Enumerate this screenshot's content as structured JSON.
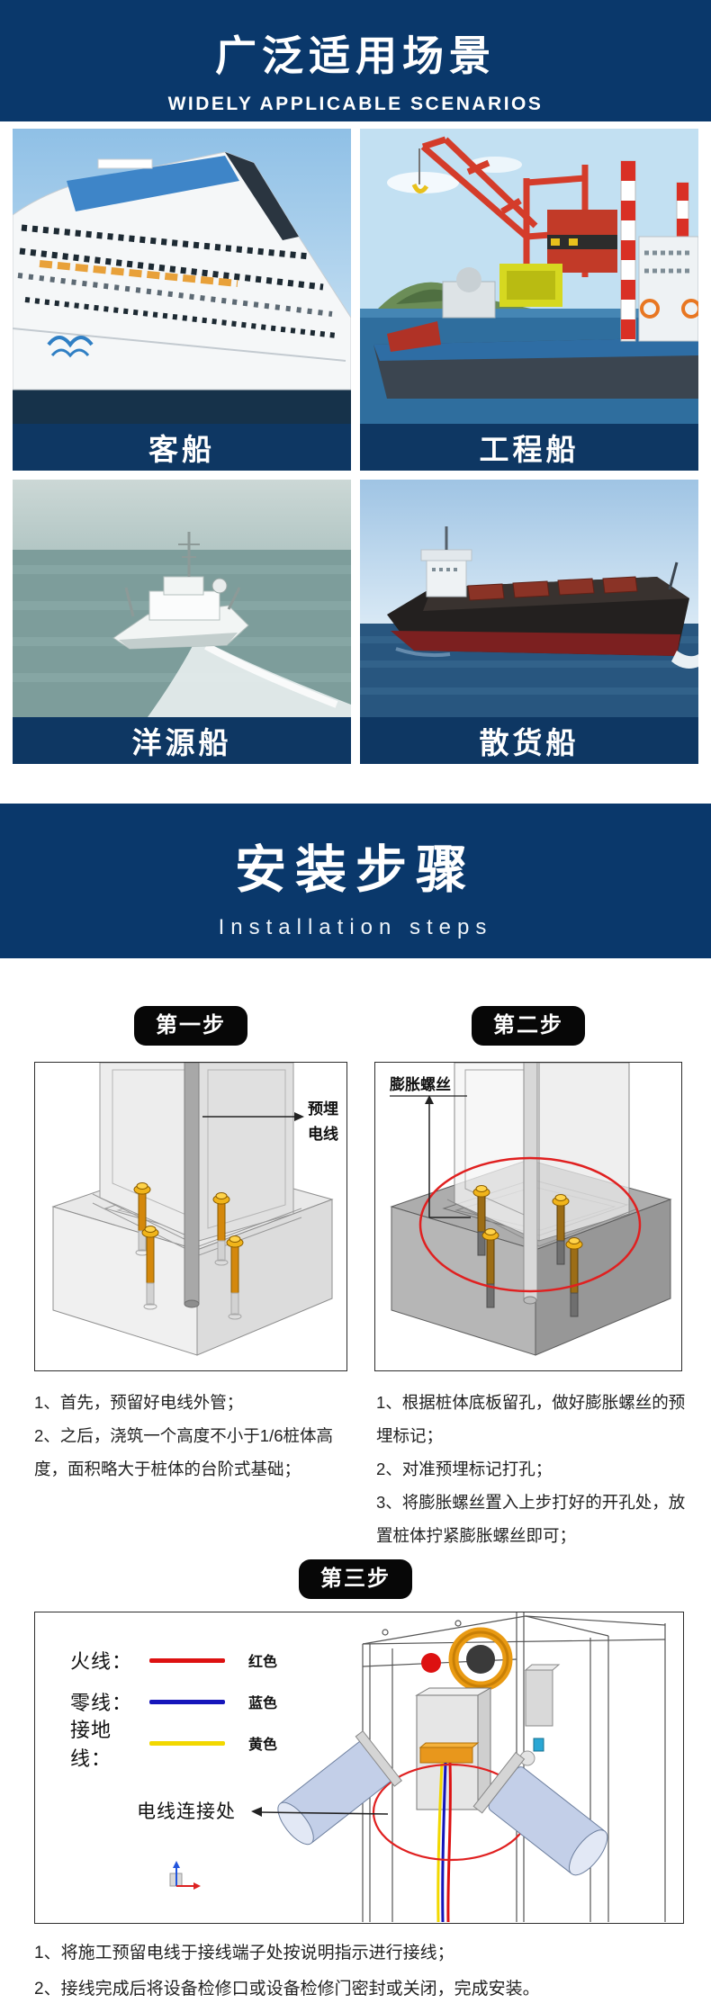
{
  "colors": {
    "navy": "#0a386b",
    "label_band": "#0e3763",
    "badge_black": "#070707",
    "highlight_red": "#e02020"
  },
  "scenarios_header": {
    "title": "广泛适用场景",
    "subtitle": "WIDELY APPLICABLE SCENARIOS"
  },
  "scenarios": {
    "items": [
      {
        "label": "客船"
      },
      {
        "label": "工程船"
      },
      {
        "label": "洋源船"
      },
      {
        "label": "散货船"
      }
    ]
  },
  "installation_banner": {
    "title": "安装步骤",
    "subtitle": "Installation steps"
  },
  "steps": {
    "step1": {
      "badge": "第一步",
      "callout_line1": "预埋",
      "callout_line2": "电线",
      "instructions": [
        "1、首先，预留好电线外管；",
        "2、之后，浇筑一个高度不小于1/6桩体高度，面积略大于桩体的台阶式基础；"
      ]
    },
    "step2": {
      "badge": "第二步",
      "callout": "膨胀螺丝",
      "instructions": [
        "1、根据桩体底板留孔，做好膨胀螺丝的预埋标记；",
        "2、对准预埋标记打孔；",
        "3、将膨胀螺丝置入上步打好的开孔处，放置桩体拧紧膨胀螺丝即可；"
      ]
    },
    "step3": {
      "badge": "第三步",
      "legend": [
        {
          "name": "火线：",
          "swatch": "#dd1111",
          "color_label": "红色"
        },
        {
          "name": "零线：",
          "swatch": "#1515bb",
          "color_label": "蓝色"
        },
        {
          "name": "接地线：",
          "swatch": "#f2d800",
          "color_label": "黄色"
        }
      ],
      "callout": "电线连接处",
      "instructions": [
        "1、将施工预留电线于接线端子处按说明指示进行接线；",
        "2、接线完成后将设备检修口或设备检修门密封或关闭，完成安装。"
      ]
    }
  }
}
